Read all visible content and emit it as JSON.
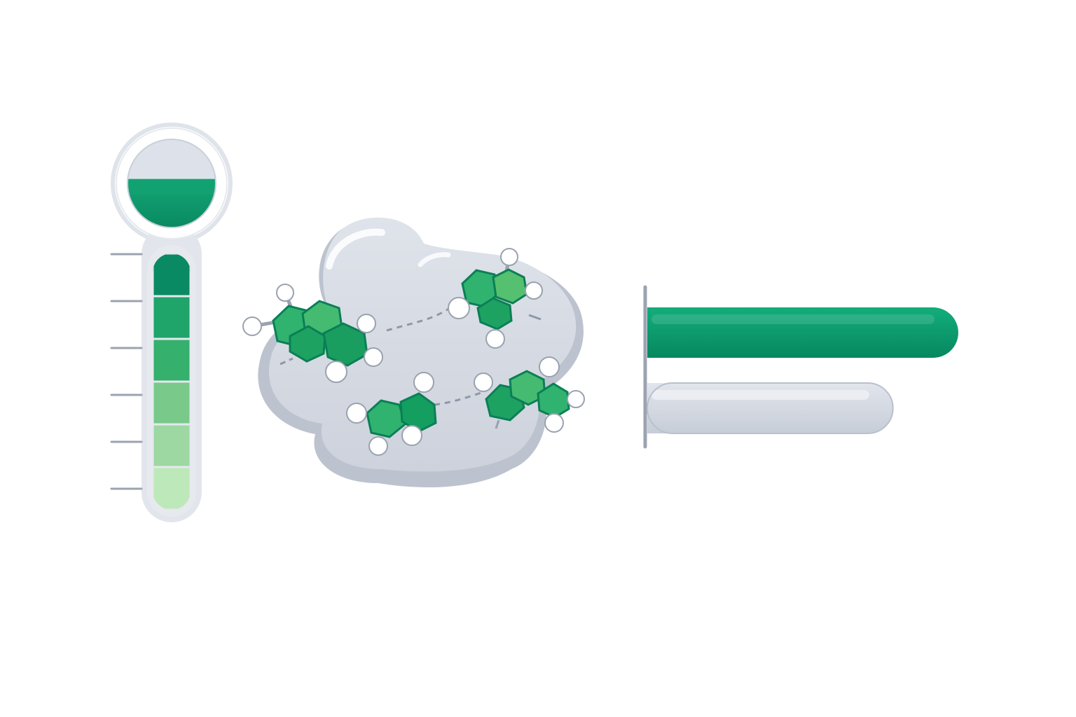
{
  "colors": {
    "green_dark": "#0a8a62",
    "green": "#12a874",
    "green_mid": "#2fb36f",
    "green_light": "#5fc27c",
    "green_pale": "#9ad9a1",
    "green_palest": "#bde8b9",
    "tube_gray": "#dde2ea",
    "outline_gray": "#b5bcc8",
    "cloud": "#d8dce5",
    "cloud_shadow": "#b8bfcb",
    "atom_white": "#ffffff"
  },
  "thermometer": {
    "bulb_fill_fraction": 0.55,
    "segments": [
      {
        "color": "#0a8a62"
      },
      {
        "color": "#1fa46a"
      },
      {
        "color": "#35b06d"
      },
      {
        "color": "#79c98a"
      },
      {
        "color": "#9dd8a2"
      },
      {
        "color": "#bde8b9"
      }
    ],
    "tick_count": 6
  },
  "molecule_icon_names": [
    "molecule-icon",
    "molecule-icon",
    "molecule-icon",
    "molecule-icon"
  ],
  "bar_comparison": {
    "bars": [
      {
        "name": "green-bar",
        "value": 1.0,
        "color": "#0f9e6e"
      },
      {
        "name": "gray-bar",
        "value": 0.79,
        "color": "#d3d8e2"
      }
    ]
  }
}
